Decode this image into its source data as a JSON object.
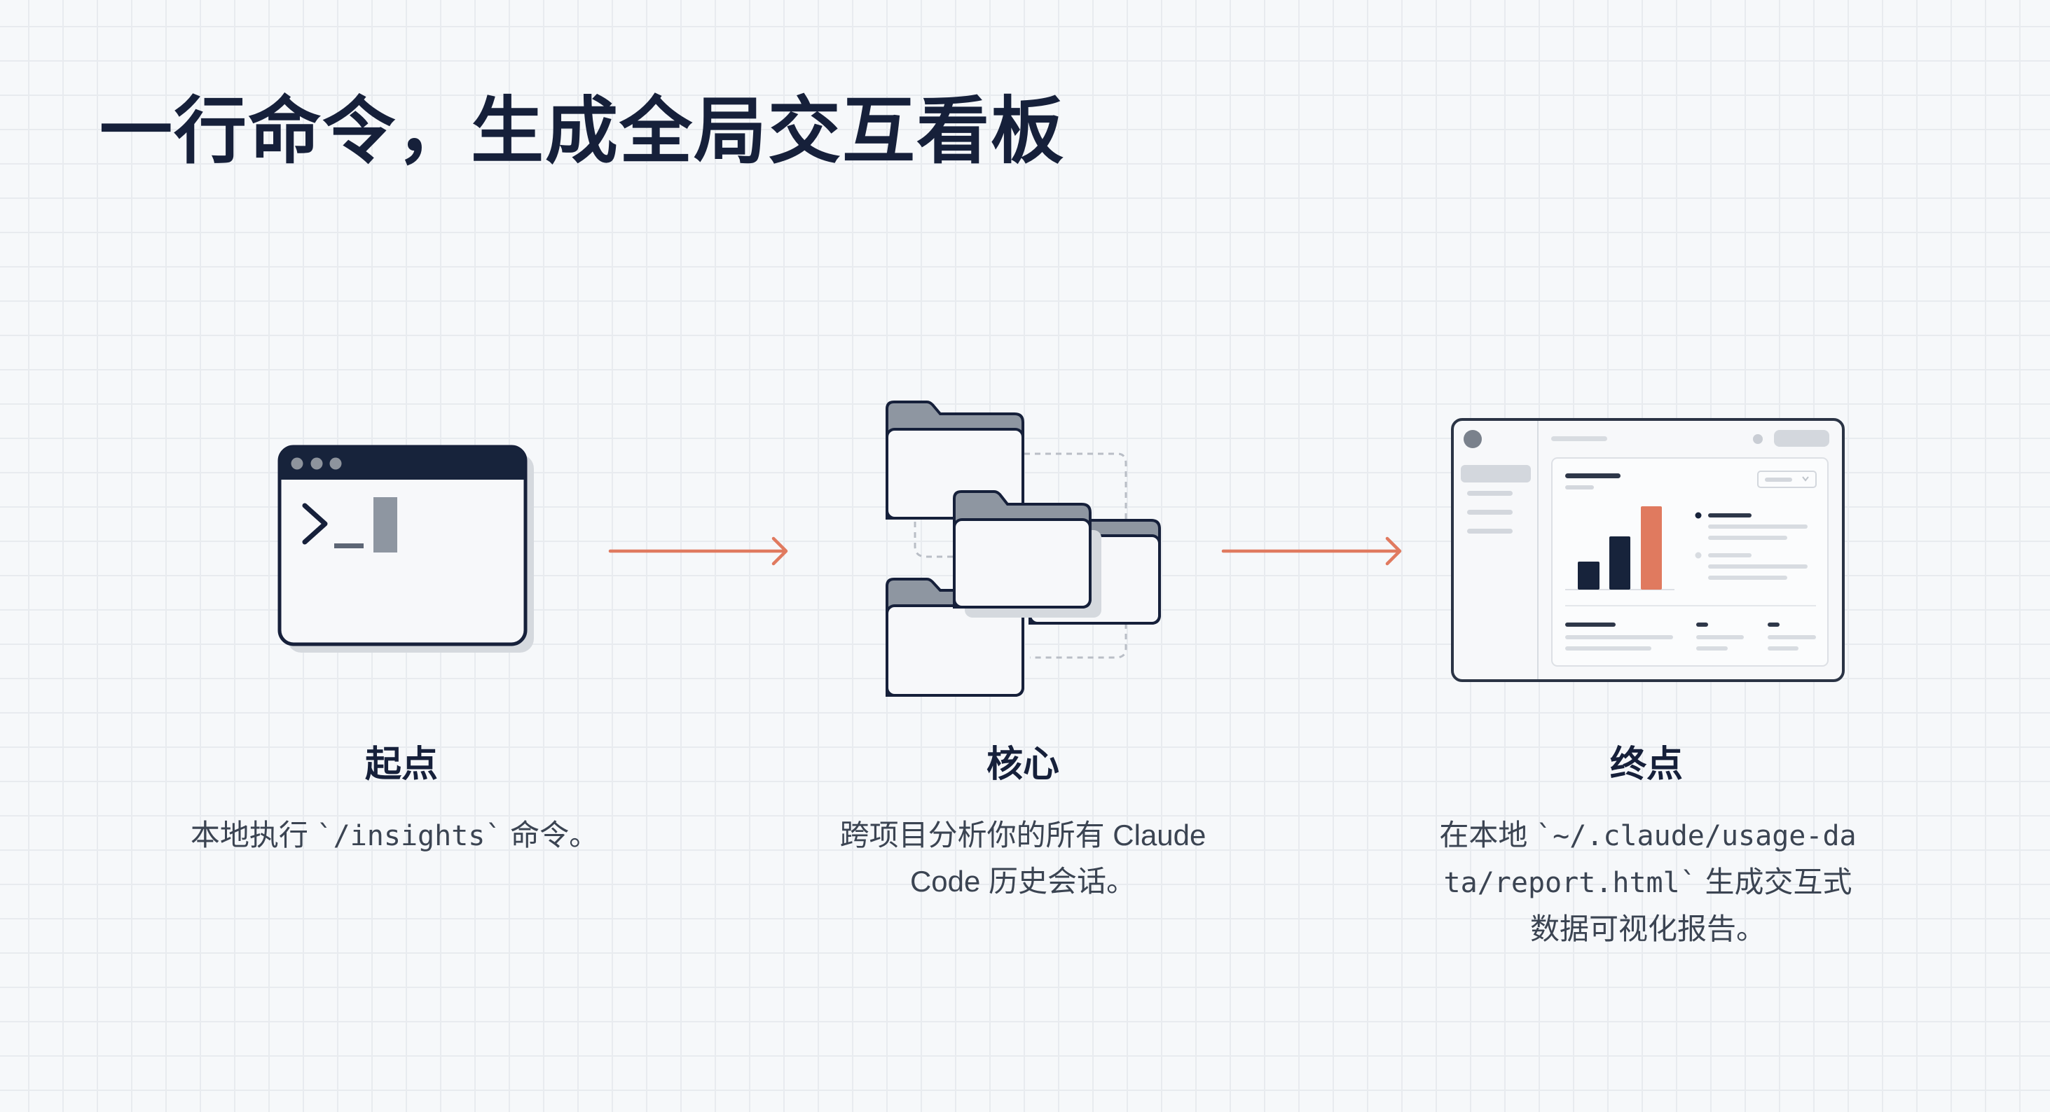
{
  "page": {
    "title": "一行命令，生成全局交互看板"
  },
  "colors": {
    "background": "#f6f8fa",
    "grid": "#e8ebef",
    "ink": "#16203a",
    "text": "#3b4452",
    "accent": "#e07a5f",
    "folder_tab": "#8e96a1",
    "muted": "#d3d7dd"
  },
  "steps": [
    {
      "label": "起点",
      "icon": "terminal-icon",
      "description": {
        "before": "本地执行 ",
        "code": "`/insights`",
        "after": " 命令。"
      }
    },
    {
      "label": "核心",
      "icon": "folders-icon",
      "description": {
        "before": "跨项目分析你的所有 Claude Code 历史会话。",
        "code": "",
        "after": ""
      }
    },
    {
      "label": "终点",
      "icon": "dashboard-icon",
      "description": {
        "before": "在本地 ",
        "code": "`~/.claude/usage-data/report.html`",
        "after": " 生成交互式数据可视化报告。"
      }
    }
  ],
  "connectors": [
    {
      "icon": "arrow-right-icon",
      "from": "起点",
      "to": "核心"
    },
    {
      "icon": "arrow-right-icon",
      "from": "核心",
      "to": "终点"
    }
  ]
}
